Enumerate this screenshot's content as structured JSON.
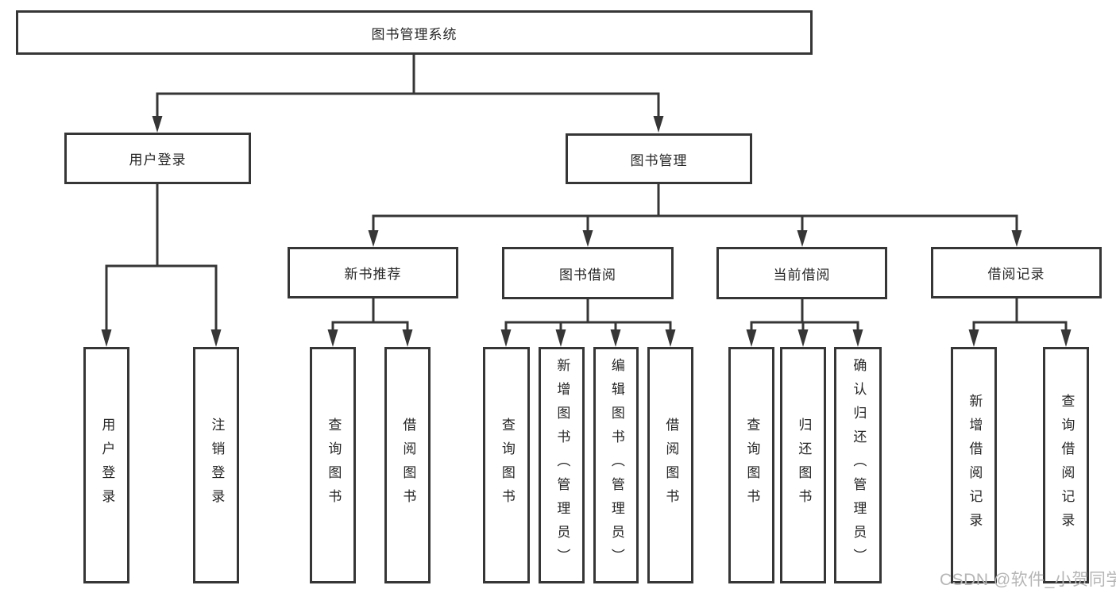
{
  "tree": {
    "label": "图书管理系统",
    "children": [
      {
        "label": "用户登录",
        "children": [
          {
            "label": "用户登录"
          },
          {
            "label": "注销登录"
          }
        ]
      },
      {
        "label": "图书管理",
        "children": [
          {
            "label": "新书推荐",
            "children": [
              {
                "label": "查询图书"
              },
              {
                "label": "借阅图书"
              }
            ]
          },
          {
            "label": "图书借阅",
            "children": [
              {
                "label": "查询图书"
              },
              {
                "label": "新增图书（管理员）"
              },
              {
                "label": "编辑图书（管理员）"
              },
              {
                "label": "借阅图书"
              }
            ]
          },
          {
            "label": "当前借阅",
            "children": [
              {
                "label": "查询图书"
              },
              {
                "label": "归还图书"
              },
              {
                "label": "确认归还（管理员）"
              }
            ]
          },
          {
            "label": "借阅记录",
            "children": [
              {
                "label": "新增借阅记录"
              },
              {
                "label": "查询借阅记录"
              }
            ]
          }
        ]
      }
    ]
  },
  "watermark": {
    "text": "CSDN @软件_小贺同学"
  },
  "colors": {
    "line": "#363636",
    "text": "#262626",
    "background": "#ffffff",
    "watermark": "#b6b6b6"
  }
}
